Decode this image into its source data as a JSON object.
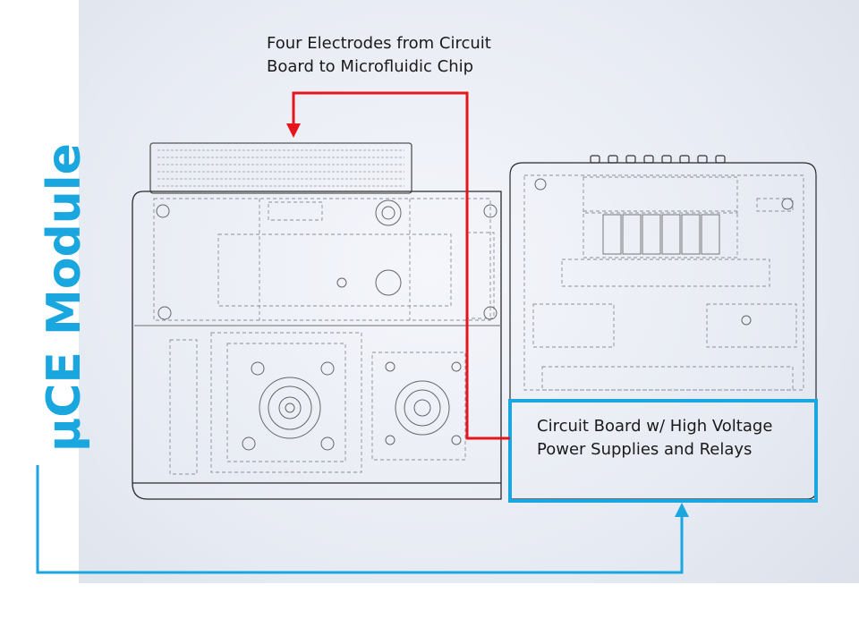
{
  "module_title": "μCE Module",
  "labels": {
    "electrodes_line1": "Four Electrodes from Circuit",
    "electrodes_line2": "Board to Microfluidic Chip",
    "circuit_line1": "Circuit Board w/ High Voltage",
    "circuit_line2": "Power Supplies and Relays"
  },
  "colors": {
    "accent_blue": "#1aa7e0",
    "arrow_red": "#e8141c",
    "line_dark": "#2a2a2a",
    "line_light": "#8a8f99"
  }
}
